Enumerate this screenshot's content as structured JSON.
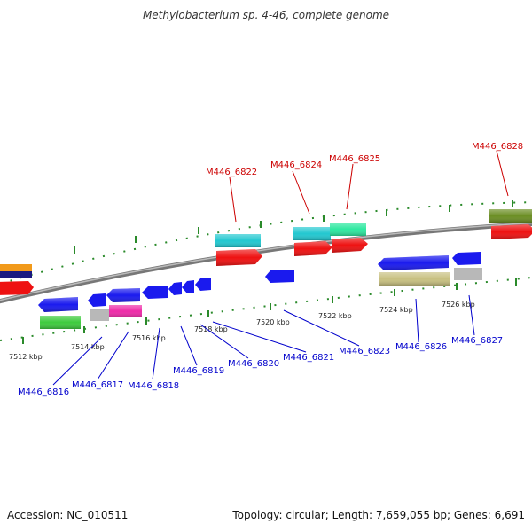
{
  "title": "Methylobacterium sp. 4-46, complete genome",
  "footer": {
    "accession": "Accession: NC_010511",
    "info": "Topology: circular; Length: 7,659,055 bp; Genes: 6,691"
  },
  "colors": {
    "top_labels": "#cc0000",
    "bottom_labels": "#0000cc",
    "backbone": "#888888",
    "ticks": "#2a8a2a"
  },
  "tick_labels": [
    "7512 kbp",
    "7514 kbp",
    "7516 kbp",
    "7518 kbp",
    "7520 kbp",
    "7522 kbp",
    "7524 kbp",
    "7526 kbp"
  ],
  "top_gene_labels": [
    "M446_6822",
    "M446_6824",
    "M446_6825",
    "M446_6828"
  ],
  "bottom_gene_labels": [
    "M446_6816",
    "M446_6817",
    "M446_6818",
    "M446_6819",
    "M446_6820",
    "M446_6821",
    "M446_6823",
    "M446_6826",
    "M446_6827"
  ]
}
